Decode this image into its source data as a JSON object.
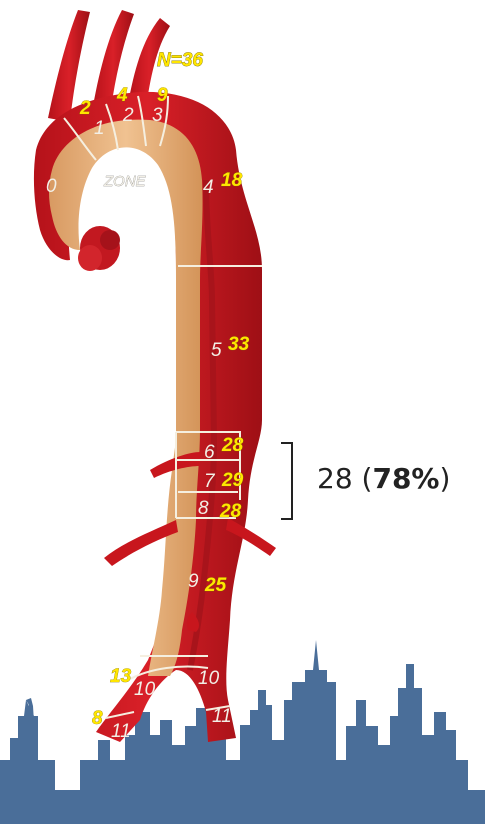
{
  "title": "N=36",
  "zone_word": "ZONE",
  "summary": {
    "count": "28",
    "percent": "78%"
  },
  "zones": [
    {
      "zone": "0",
      "count": null
    },
    {
      "zone": "1",
      "count": "2"
    },
    {
      "zone": "2",
      "count": "4"
    },
    {
      "zone": "3",
      "count": "9"
    },
    {
      "zone": "4",
      "count": "18"
    },
    {
      "zone": "5",
      "count": "33"
    },
    {
      "zone": "6",
      "count": "28"
    },
    {
      "zone": "7",
      "count": "29"
    },
    {
      "zone": "8",
      "count": "28"
    },
    {
      "zone": "9",
      "count": "25"
    },
    {
      "zone": "10",
      "count": "13"
    },
    {
      "zone": "10",
      "count": null
    },
    {
      "zone": "11",
      "count": "8"
    },
    {
      "zone": "11",
      "count": null
    }
  ],
  "colors": {
    "vessel_red": "#c8161d",
    "vessel_dark": "#8f0c11",
    "lumen_tan": "#e8b27d",
    "skyline_blue": "#4a6e99",
    "label_yellow": "#ffe600"
  }
}
